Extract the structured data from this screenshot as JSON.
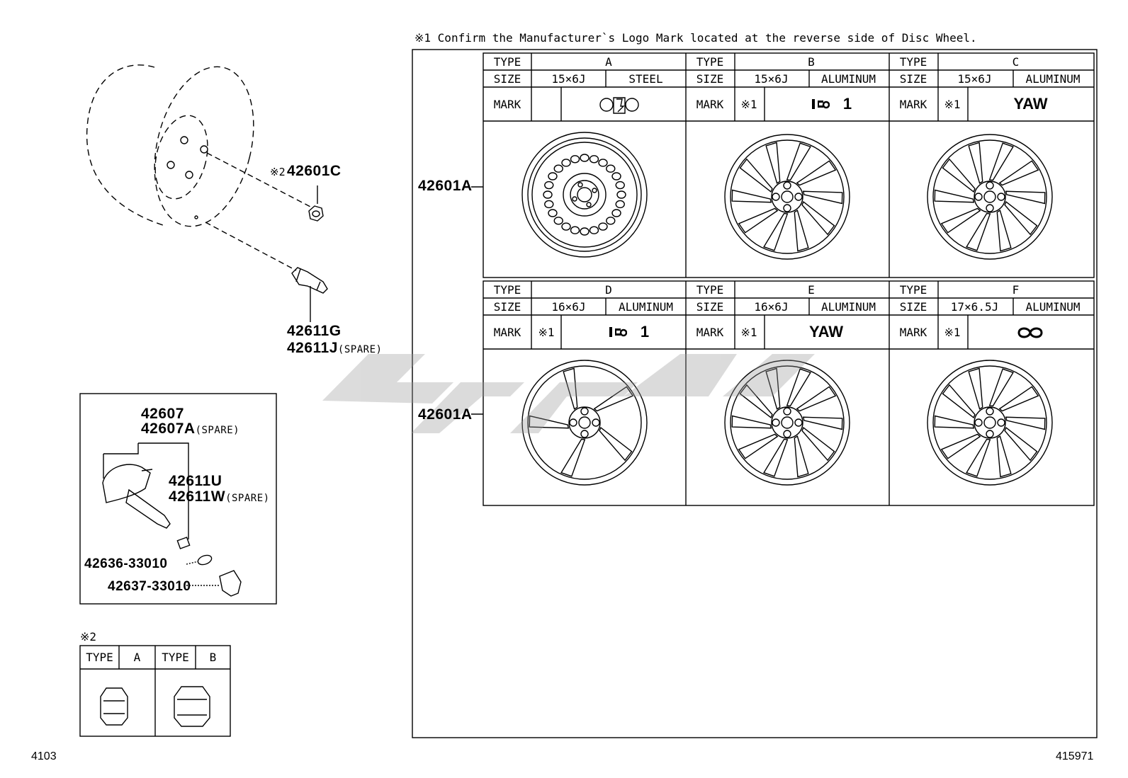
{
  "note": "※1  Confirm the Manufacturer`s Logo Mark located at the reverse side of Disc Wheel.",
  "parts": {
    "nut_ref": "※2",
    "nut": "42601C",
    "valve": "42611G",
    "valve_spare": "42611J",
    "wheel_a": "42601A",
    "wheel_b": "42601A",
    "sensor": "42607",
    "sensor_spare": "42607A",
    "sensor_valve": "42611U",
    "sensor_valve_spare": "42611W",
    "washer": "42636-33010",
    "cap": "42637-33010",
    "spare_tag": "(SPARE)"
  },
  "nut_table": {
    "title": "※2",
    "type_label": "TYPE",
    "types": [
      "A",
      "B"
    ]
  },
  "table_labels": {
    "type": "TYPE",
    "size": "SIZE",
    "mark": "MARK",
    "ref": "※1"
  },
  "wheels": [
    {
      "type": "A",
      "size": "15×6J",
      "material": "STEEL",
      "mark": "",
      "ref": ""
    },
    {
      "type": "B",
      "size": "15×6J",
      "material": "ALUMINUM",
      "mark": "1",
      "ref": "※1"
    },
    {
      "type": "C",
      "size": "15×6J",
      "material": "ALUMINUM",
      "mark": "YAW",
      "ref": "※1"
    },
    {
      "type": "D",
      "size": "16×6J",
      "material": "ALUMINUM",
      "mark": "1",
      "ref": "※1"
    },
    {
      "type": "E",
      "size": "16×6J",
      "material": "ALUMINUM",
      "mark": "YAW",
      "ref": "※1"
    },
    {
      "type": "F",
      "size": "17×6.5J",
      "material": "ALUMINUM",
      "mark": "",
      "ref": "※1"
    }
  ],
  "footer": {
    "left": "4103",
    "right": "415971"
  }
}
